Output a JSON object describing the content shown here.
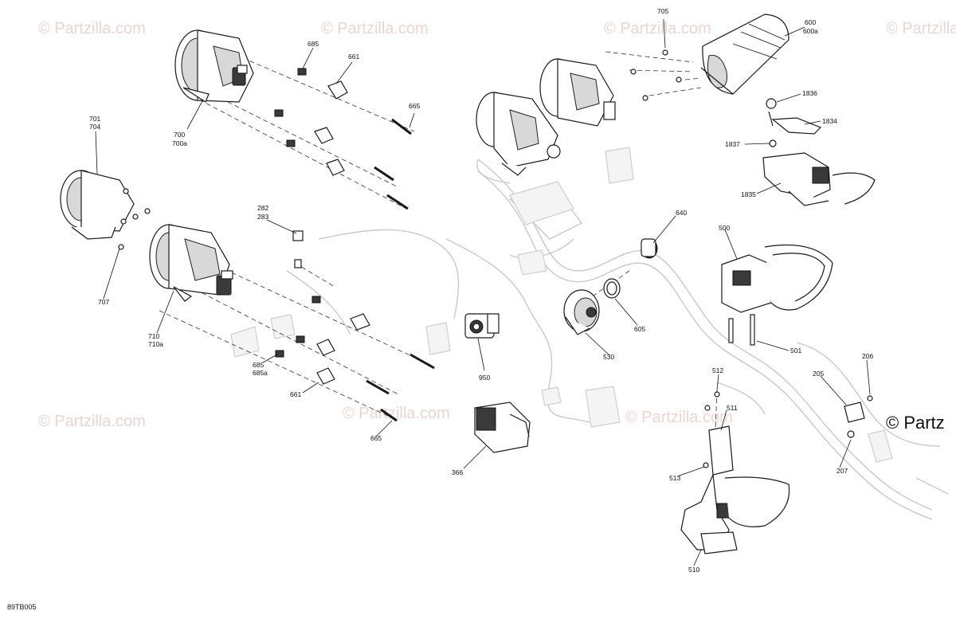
{
  "watermark": "© Partzilla.com",
  "watermark_edge": "© Partz",
  "diagram_code": "89TB005",
  "callouts": {
    "c705": "705",
    "c600": "600",
    "c600a": "600a",
    "c685a": "685",
    "c661a": "661",
    "c665a": "665",
    "c701": "701",
    "c704": "704",
    "c700": "700",
    "c700a": "700a",
    "c1836": "1836",
    "c1834": "1834",
    "c1837": "1837",
    "c1835": "1835",
    "c282": "282",
    "c283": "283",
    "c640": "640",
    "c500": "500",
    "c707": "707",
    "c710": "710",
    "c710a": "710a",
    "c605": "605",
    "c501": "501",
    "c950": "950",
    "c530": "530",
    "c685b": "685",
    "c685c": "685a",
    "c512": "512",
    "c206": "206",
    "c205": "205",
    "c661b": "661",
    "c511": "511",
    "c665b": "665",
    "c207": "207",
    "c366": "366",
    "c513": "513",
    "c510": "510"
  }
}
